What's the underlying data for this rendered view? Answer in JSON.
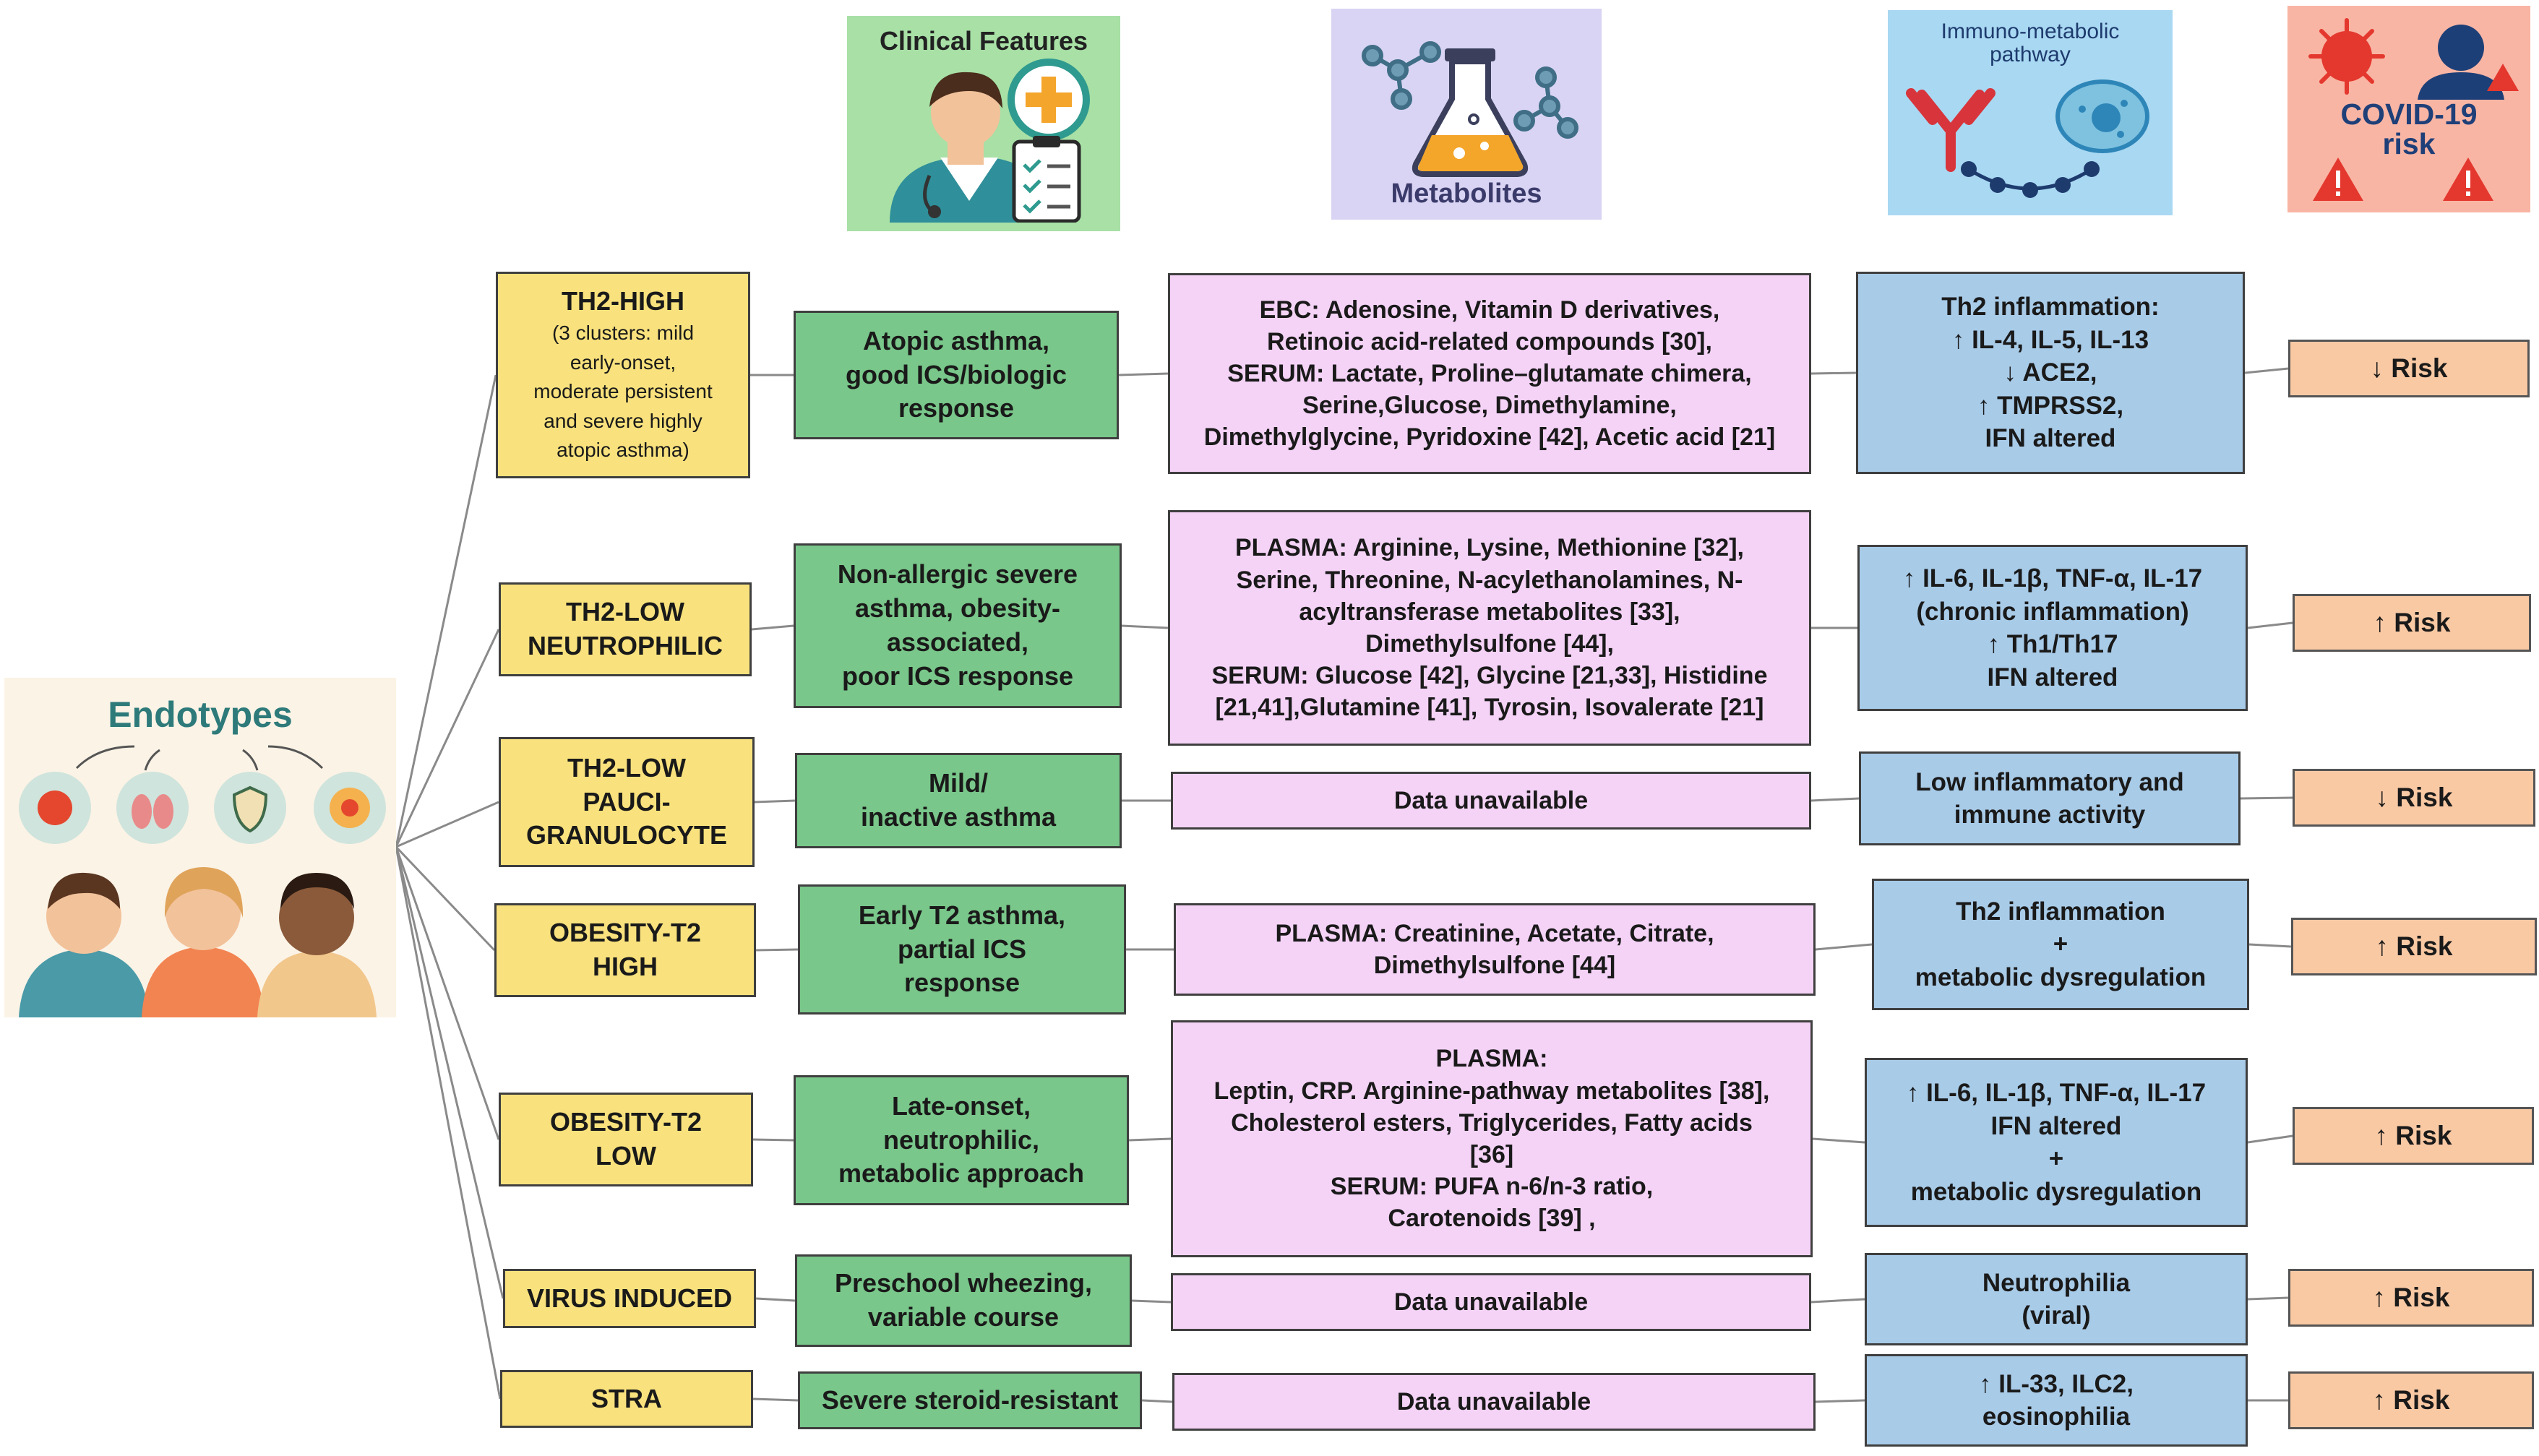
{
  "headers": {
    "clinical": "Clinical Features",
    "metabolites": "Metabolites",
    "immuno": "Immuno-metabolic\npathway",
    "covid": "COVID-19\nrisk"
  },
  "root": {
    "title": "Endotypes"
  },
  "rows": [
    {
      "endotype": "TH2-HIGH",
      "endotype_sub": "(3 clusters: mild\nearly-onset,\nmoderate persistent\nand  severe highly\natopic asthma)",
      "clinical": "Atopic asthma,\ngood ICS/biologic\nresponse",
      "metabolites": "EBC: Adenosine, Vitamin D derivatives,\nRetinoic acid-related compounds [30],\nSERUM: Lactate, Proline–glutamate chimera,\nSerine,Glucose, Dimethylamine,\nDimethylglycine, Pyridoxine [42], Acetic acid [21]",
      "immuno": "Th2 inflammation:\n↑ IL-4, IL-5, IL-13\n↓ ACE2,\n↑ TMPRSS2,\nIFN altered",
      "risk": "↓ Risk"
    },
    {
      "endotype": "TH2-LOW\nNEUTROPHILIC",
      "clinical": "Non-allergic severe\nasthma, obesity-\nassociated,\npoor ICS response",
      "metabolites": "PLASMA: Arginine, Lysine, Methionine [32],\nSerine, Threonine, N-acylethanolamines, N-\nacyltransferase metabolites [33],\nDimethylsulfone [44],\nSERUM: Glucose [42], Glycine [21,33], Histidine\n[21,41],Glutamine [41], Tyrosin, Isovalerate [21]",
      "immuno": "↑ IL-6, IL-1β, TNF-α, IL-17\n(chronic inflammation)\n↑ Th1/Th17\nIFN altered",
      "risk": "↑ Risk"
    },
    {
      "endotype": "TH2-LOW\nPAUCI-\nGRANULOCYTE",
      "clinical": "Mild/\ninactive asthma",
      "metabolites": "Data unavailable",
      "immuno": "Low inflammatory and\nimmune activity",
      "risk": "↓ Risk"
    },
    {
      "endotype": "OBESITY-T2\nHIGH",
      "clinical": "Early T2 asthma,\npartial ICS\nresponse",
      "metabolites": "PLASMA: Creatinine, Acetate, Citrate,\nDimethylsulfone [44]",
      "immuno": "Th2 inflammation\n+\nmetabolic dysregulation",
      "risk": "↑ Risk"
    },
    {
      "endotype": "OBESITY-T2\nLOW",
      "clinical": "Late-onset,\nneutrophilic,\nmetabolic approach",
      "metabolites": "PLASMA:\nLeptin, CRP. Arginine-pathway metabolites [38],\nCholesterol esters, Triglycerides,  Fatty acids\n[36]\nSERUM: PUFA n-6/n-3 ratio,\nCarotenoids [39] ,",
      "immuno": "↑ IL-6, IL-1β, TNF-α, IL-17\nIFN altered\n+\nmetabolic dysregulation",
      "risk": "↑ Risk"
    },
    {
      "endotype": "VIRUS INDUCED",
      "clinical": "Preschool wheezing,\nvariable course",
      "metabolites": "Data unavailable",
      "immuno": "Neutrophilia\n(viral)",
      "risk": "↑ Risk"
    },
    {
      "endotype": "STRA",
      "clinical": "Severe steroid-resistant",
      "metabolites": "Data unavailable",
      "immuno": "↑ IL-33, ILC2,\neosinophilia",
      "risk": "↑ Risk"
    }
  ],
  "icons": [
    "doctor-icon",
    "medical-cross-icon",
    "clipboard-icon",
    "flask-icon",
    "molecule-icon",
    "antibody-icon",
    "cell-icon",
    "virus-icon",
    "person-icon",
    "warning-icon",
    "lungs-icon",
    "shield-leaf-icon",
    "children-icon"
  ],
  "colors": {
    "endotype": "#f9e27d",
    "clinical": "#79c78a",
    "metabolites": "#f5d3f7",
    "immuno": "#a8cbe8",
    "risk": "#f9c9a4"
  }
}
